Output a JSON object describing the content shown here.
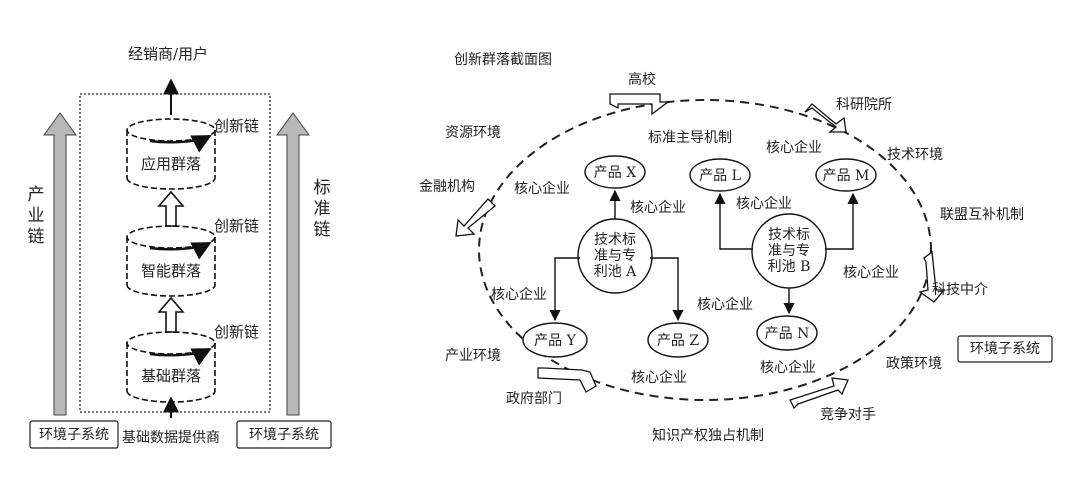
{
  "left": {
    "top_label": "经销商/用户",
    "layers": [
      "应用群落",
      "智能群落",
      "基础群落"
    ],
    "chain_labels": [
      "创新链",
      "创新链",
      "创新链"
    ],
    "industry_chain": "产业链",
    "standard_chain": "标准链",
    "bottom_label": "基础数据提供商",
    "env_left": "环境子系统",
    "env_right": "环境子系统"
  },
  "right": {
    "title": "创新群落截面图",
    "outside_labels": {
      "university": "高校",
      "research_institute": "科研院所",
      "resource_env": "资源环境",
      "tech_env": "技术环境",
      "finance": "金融机构",
      "alliance": "联盟互补机制",
      "tech_intermediary": "科技中介",
      "industry_env": "产业环境",
      "policy_env": "政策环境",
      "government": "政府部门",
      "competitor": "竞争对手",
      "ip_monopoly": "知识产权独占机制",
      "env_subsystem": "环境子系统"
    },
    "standard_mechanism": "标准主导机制",
    "core_enterprise": "核心企业",
    "products": {
      "x": "产品 X",
      "y": "产品 Y",
      "z": "产品 Z",
      "l": "产品 L",
      "m": "产品 M",
      "n": "产品 N"
    },
    "pool_a": [
      "技术标",
      "准与专",
      "利池 A"
    ],
    "pool_b": [
      "技术标",
      "准与专",
      "利池 B"
    ]
  }
}
